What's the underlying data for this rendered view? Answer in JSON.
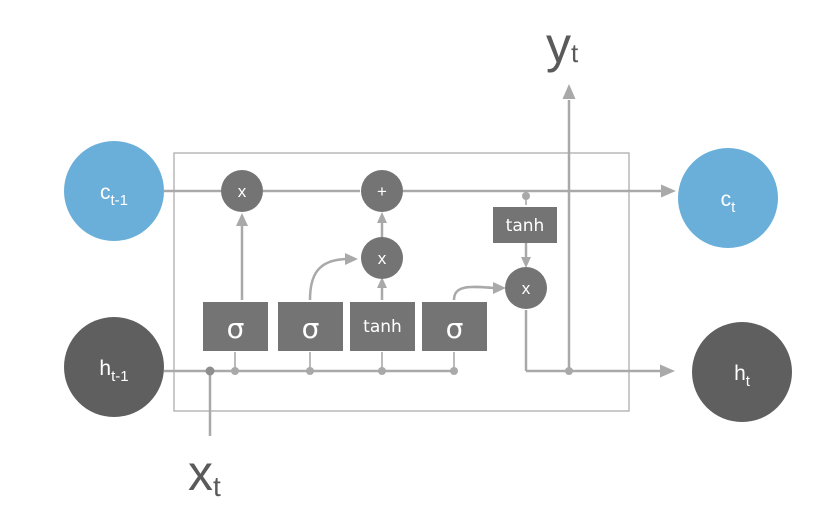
{
  "nodes": {
    "c_prev": {
      "base": "c",
      "sub": "t-1"
    },
    "c_next": {
      "base": "c",
      "sub": "t"
    },
    "h_prev": {
      "base": "h",
      "sub": "t-1"
    },
    "h_next": {
      "base": "h",
      "sub": "t"
    }
  },
  "io": {
    "input": {
      "base": "x",
      "sub": "t"
    },
    "output": {
      "base": "y",
      "sub": "t"
    }
  },
  "ops": {
    "forget_mul": "x",
    "add": "+",
    "input_mul": "x",
    "output_mul": "x"
  },
  "gates": {
    "forget": "σ",
    "input": "σ",
    "candidate": "tanh",
    "output": "σ",
    "cell_tanh": "tanh"
  },
  "colors": {
    "cell_state": "#6aafd9",
    "hidden_state": "#5f5f5f",
    "gate": "#747474",
    "line": "#a9a9a9"
  }
}
